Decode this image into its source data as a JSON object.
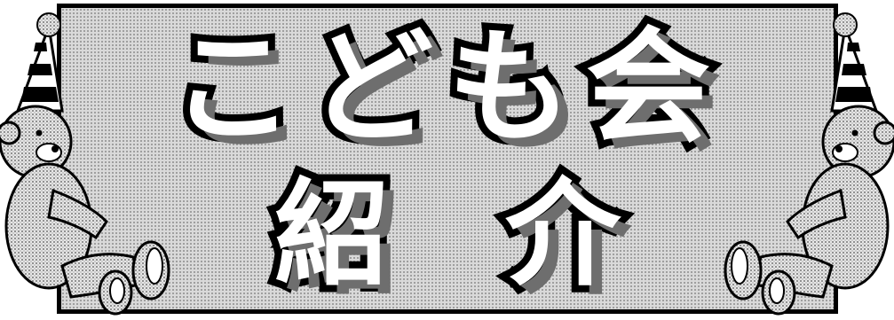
{
  "title": {
    "line1": "こども会",
    "line2_part1": "紹",
    "line2_part2": "介"
  },
  "colors": {
    "background": "#ffffff",
    "banner": "#d9d9d9",
    "outline": "#000000",
    "shadow": "#6e6e6e"
  },
  "icons": [
    "party-bear-left",
    "party-bear-right"
  ]
}
